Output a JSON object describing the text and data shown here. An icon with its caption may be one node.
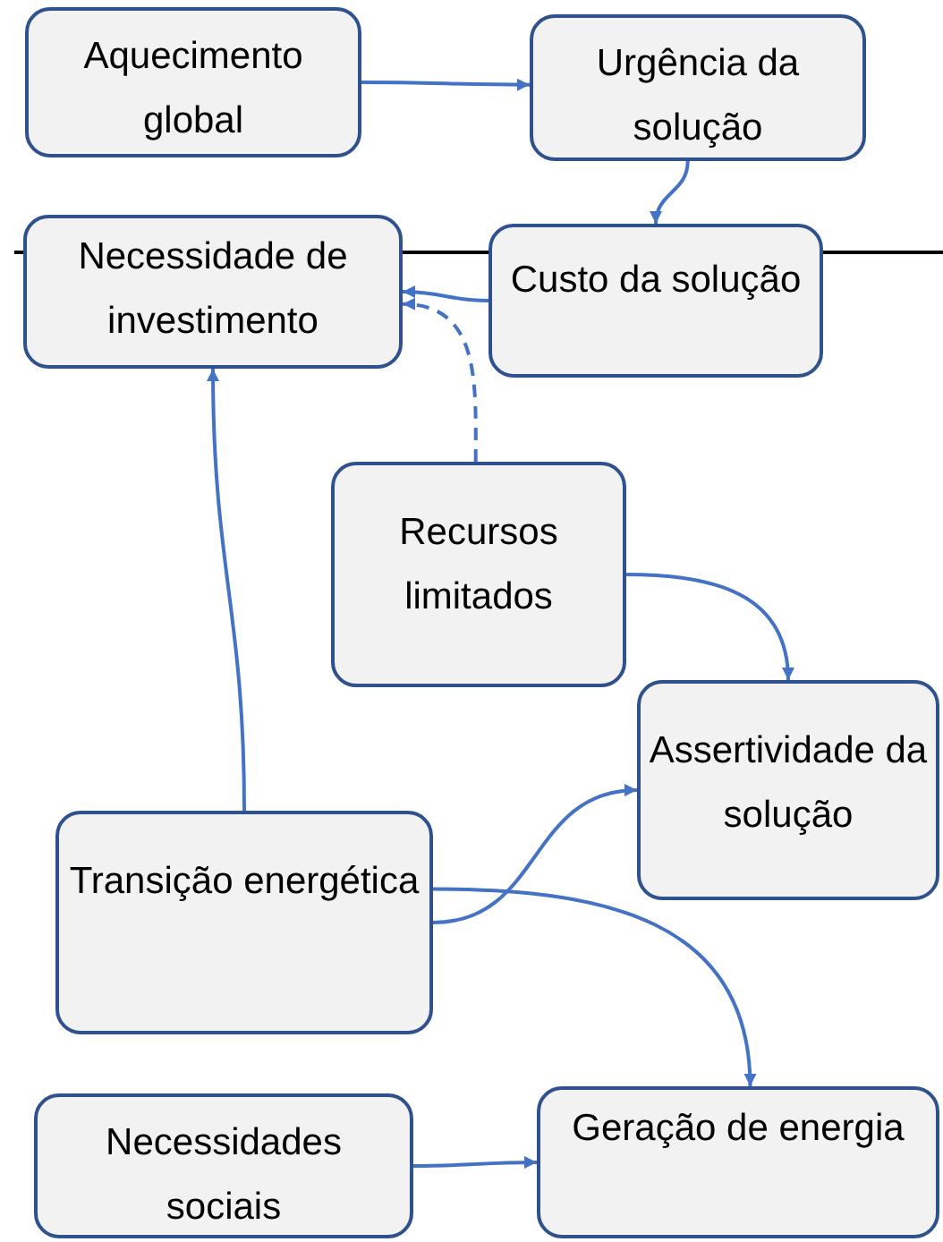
{
  "diagram": {
    "nodes": [
      {
        "text": [
          "Aquecimento global"
        ]
      },
      {
        "text": [
          "Urgência da solução"
        ]
      },
      {
        "text": [
          "Necessidade de investimento"
        ]
      },
      {
        "text": [
          "Custo da solução"
        ]
      },
      {
        "text": [
          "Recursos limitados"
        ]
      },
      {
        "text": [
          "Assertividade da solução"
        ]
      },
      {
        "text": [
          "Transição energética"
        ]
      },
      {
        "text": [
          "Necessidades sociais"
        ]
      },
      {
        "text": [
          "Geração de energia"
        ]
      }
    ],
    "edges": [
      {
        "from": 0,
        "to": 1,
        "arrow": "to"
      },
      {
        "from": 1,
        "to": 3,
        "arrow": "to"
      },
      {
        "from": 3,
        "to": 2,
        "arrow": "to"
      },
      {
        "from": 4,
        "to": 2,
        "arrow": "to",
        "style": "dashed"
      },
      {
        "from": 4,
        "to": 5,
        "arrow": "to"
      },
      {
        "from": 6,
        "to": 2,
        "arrow": "to"
      },
      {
        "from": 6,
        "to": 5,
        "arrow": "to"
      },
      {
        "from": 6,
        "to": 8,
        "arrow": "to"
      },
      {
        "from": 7,
        "to": 8,
        "arrow": "to"
      }
    ]
  }
}
